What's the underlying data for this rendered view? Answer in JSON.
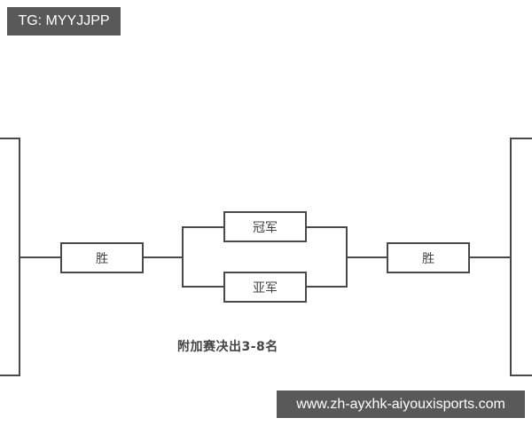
{
  "watermarks": {
    "top_label": "TG: MYYJJPP",
    "bottom_label": "www.zh-ayxhk-aiyouxisports.com"
  },
  "diagram": {
    "left_match": {
      "label": "胜"
    },
    "right_match": {
      "label": "胜"
    },
    "final": {
      "top": {
        "label": "冠军"
      },
      "bottom": {
        "label": "亚军"
      }
    },
    "caption": "附加赛决出3-8名"
  },
  "colors": {
    "line": "#4a4a4a",
    "badge_bg": "#595959",
    "badge_text": "#ffffff"
  }
}
